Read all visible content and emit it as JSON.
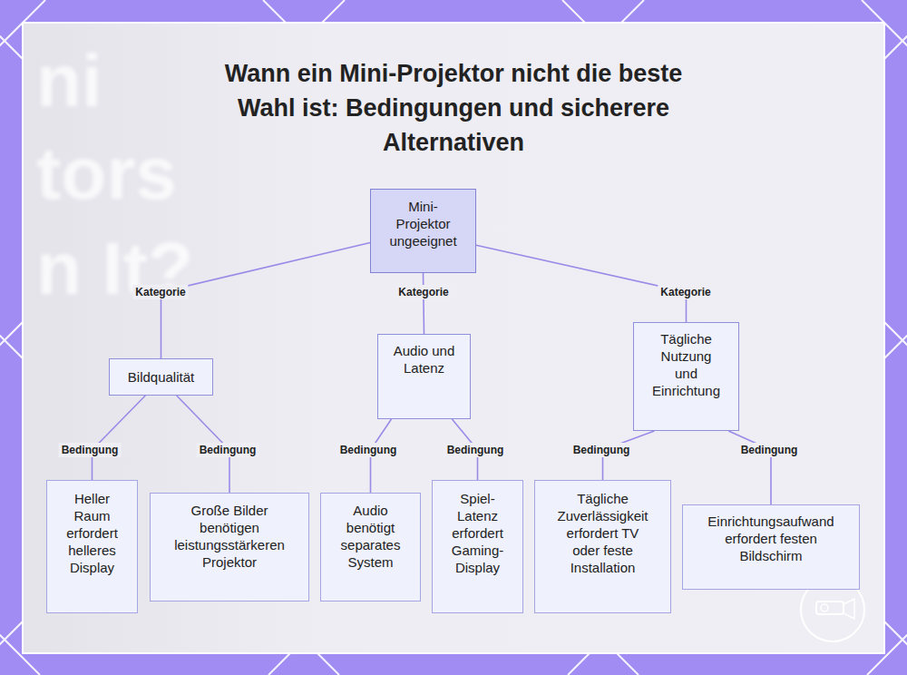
{
  "diagram": {
    "title": "Wann ein Mini-Projektor nicht die beste Wahl ist: Bedingungen und sicherere Alternativen",
    "nodes": [
      {
        "text": [
          "Mini-Projektor ungeeignet"
        ]
      },
      {
        "text": [
          "Bildqualität"
        ]
      },
      {
        "text": [
          "Audio und Latenz"
        ]
      },
      {
        "text": [
          "Tägliche Nutzung und Einrichtung"
        ]
      },
      {
        "text": [
          "Heller Raum erfordert helleres Display"
        ]
      },
      {
        "text": [
          "Große Bilder benötigen leistungsstärkeren Projektor"
        ]
      },
      {
        "text": [
          "Audio benötigt separates System"
        ]
      },
      {
        "text": [
          "Spiel-Latenz erfordert Gaming-Display"
        ]
      },
      {
        "text": [
          "Tägliche Zuverlässigkeit erfordert TV oder feste Installation"
        ]
      },
      {
        "text": [
          "Einrichtungsaufwand erfordert festen Bildschirm"
        ]
      }
    ],
    "edges": [
      {
        "from": 0,
        "to": 1,
        "arrow": "none",
        "label": "Kategorie"
      },
      {
        "from": 0,
        "to": 2,
        "arrow": "none",
        "label": "Kategorie"
      },
      {
        "from": 0,
        "to": 3,
        "arrow": "none",
        "label": "Kategorie"
      },
      {
        "from": 1,
        "to": 4,
        "arrow": "none",
        "label": "Bedingung"
      },
      {
        "from": 1,
        "to": 5,
        "arrow": "none",
        "label": "Bedingung"
      },
      {
        "from": 2,
        "to": 6,
        "arrow": "none",
        "label": "Bedingung"
      },
      {
        "from": 2,
        "to": 7,
        "arrow": "none",
        "label": "Bedingung"
      },
      {
        "from": 3,
        "to": 8,
        "arrow": "none",
        "label": "Bedingung"
      },
      {
        "from": 3,
        "to": 9,
        "arrow": "none",
        "label": "Bedingung"
      }
    ],
    "labels": [
      "ni",
      "tors",
      "n It?"
    ]
  }
}
